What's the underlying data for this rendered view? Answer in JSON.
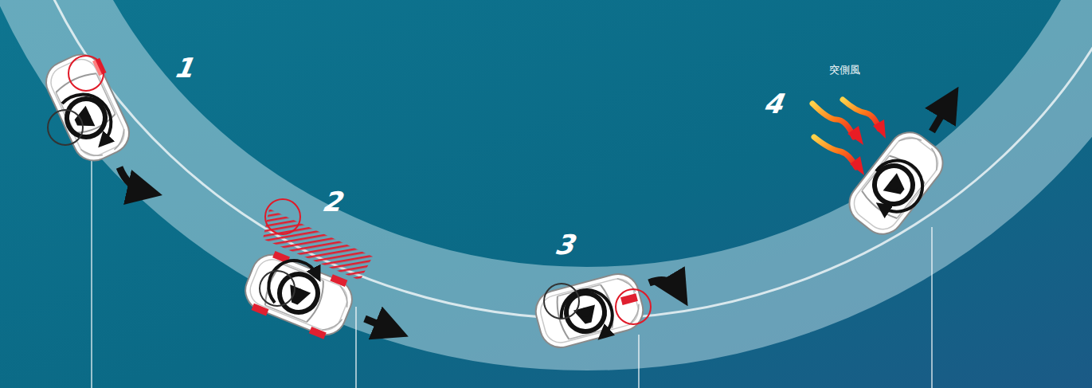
{
  "diagram": {
    "labels": [
      "1",
      "2",
      "3",
      "4",
      "突側風"
    ]
  }
}
